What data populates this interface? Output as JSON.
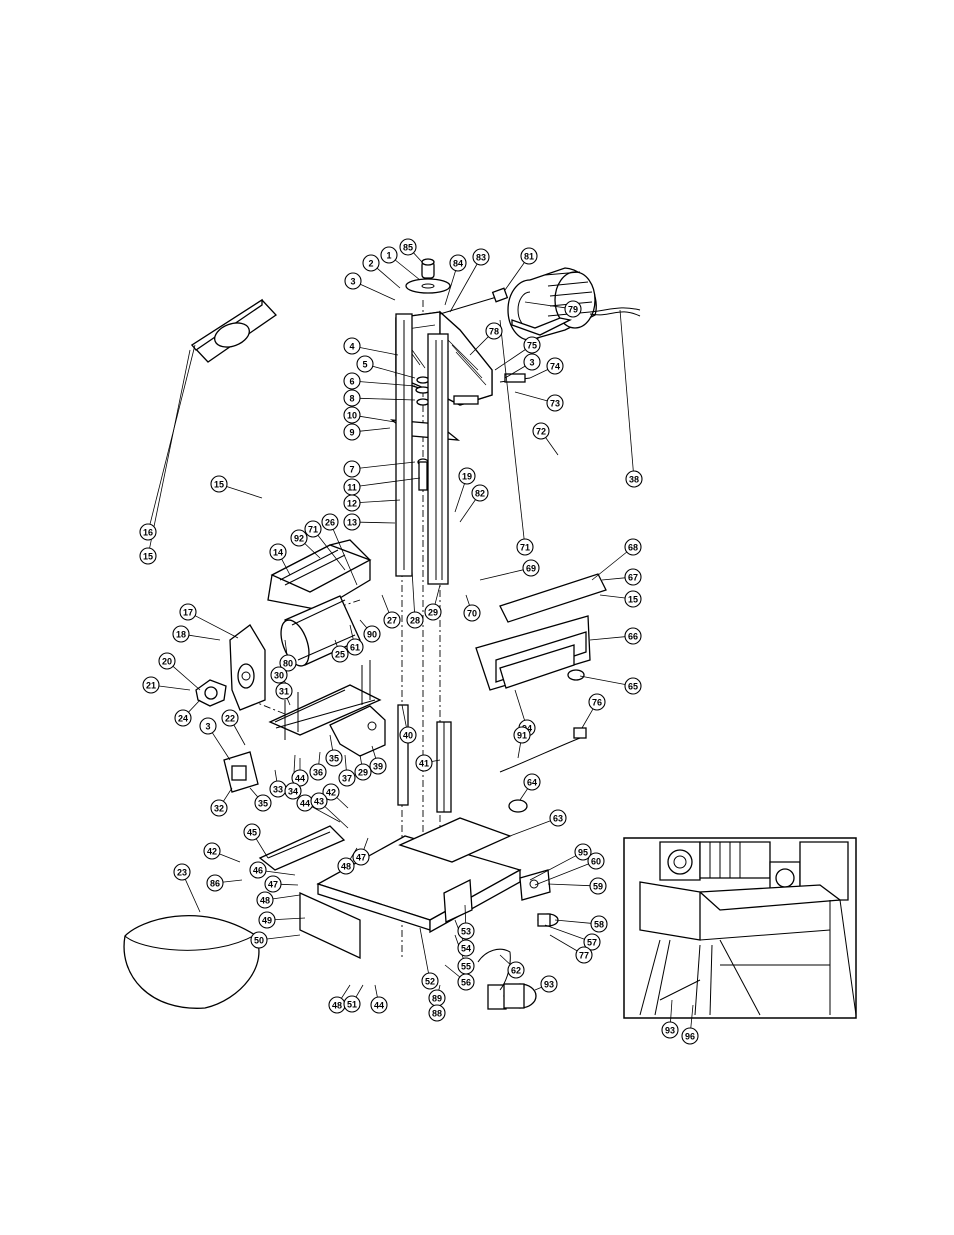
{
  "diagram": {
    "callouts": [
      "85",
      "1",
      "2",
      "3",
      "84",
      "83",
      "81",
      "79",
      "78",
      "4",
      "75",
      "5",
      "3",
      "74",
      "6",
      "73",
      "8",
      "10",
      "9",
      "72",
      "7",
      "11",
      "38",
      "12",
      "19",
      "82",
      "13",
      "15",
      "16",
      "15",
      "14",
      "92",
      "71",
      "26",
      "71",
      "68",
      "67",
      "15",
      "69",
      "29",
      "28",
      "27",
      "70",
      "66",
      "17",
      "90",
      "61",
      "18",
      "80",
      "25",
      "20",
      "30",
      "31",
      "65",
      "21",
      "24",
      "22",
      "94",
      "76",
      "40",
      "3",
      "91",
      "33",
      "44",
      "34",
      "36",
      "35",
      "37",
      "29",
      "39",
      "41",
      "32",
      "35",
      "42",
      "44",
      "43",
      "64",
      "63",
      "45",
      "48",
      "47",
      "95",
      "60",
      "42",
      "86",
      "46",
      "47",
      "59",
      "48",
      "23",
      "49",
      "58",
      "53",
      "50",
      "54",
      "57",
      "77",
      "62",
      "55",
      "52",
      "93",
      "56",
      "48",
      "51",
      "44",
      "89",
      "88",
      "93",
      "96"
    ]
  }
}
